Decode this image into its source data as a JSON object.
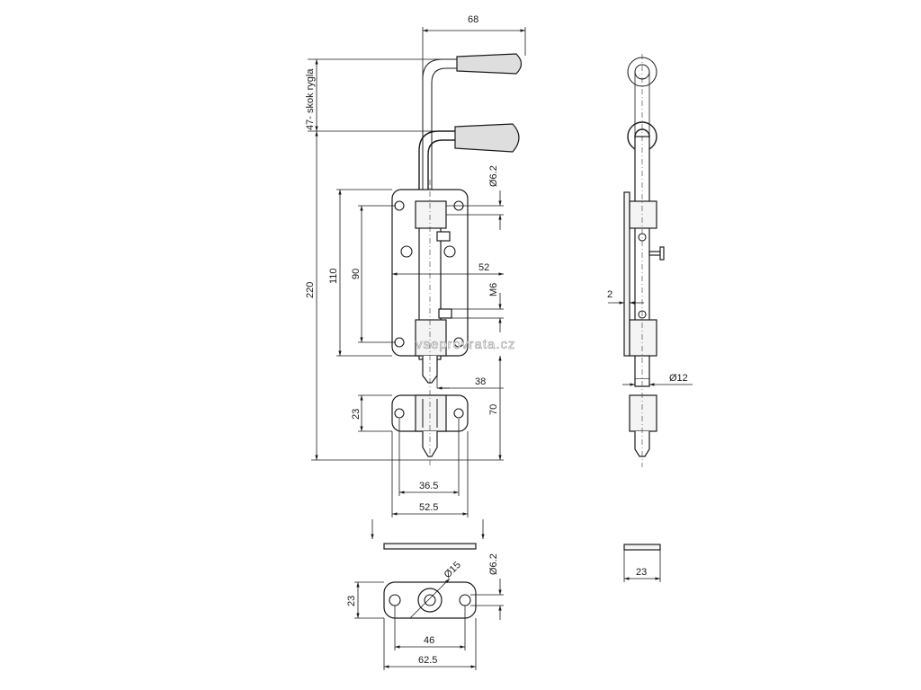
{
  "drawing": {
    "dimensions": {
      "handle_width": "68",
      "bolt_stroke": "47- skok rygla",
      "rod_diameter": "Ø6.2",
      "total_length": "220",
      "plate_height": "110",
      "hole_spacing_vertical": "90",
      "plate_width": "52",
      "thread": "M6",
      "bolt_tip": "38",
      "keeper_offset": "70",
      "keeper_height": "23",
      "keeper_hole_spacing": "36.5",
      "keeper_width": "52.5",
      "plate_thickness": "2",
      "bolt_diameter": "Ø12",
      "side_keeper_width": "23",
      "washer_hole_diameter": "Ø15",
      "washer_mount_hole": "Ø6.2",
      "washer_height": "23",
      "washer_hole_spacing": "46",
      "washer_width": "62.5"
    },
    "watermark": "vseprovrata.cz"
  }
}
